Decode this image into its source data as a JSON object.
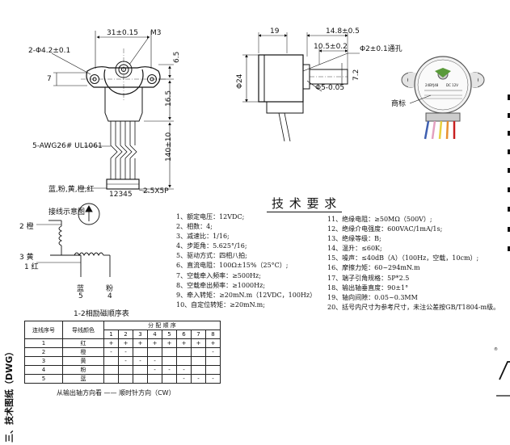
{
  "front_view": {
    "dim_width": "31±0.15",
    "dim_thread": "M3",
    "dim_hole": "2-Φ4.2±0.1",
    "dim_7": "7",
    "dim_6_5": "6.5",
    "dim_16_5": "16.5",
    "dim_140": "140±10",
    "wire_spec": "5-AWG26# UL1061",
    "wire_colors": "蓝,粉,黄,橙,红",
    "pin_numbers": "12345",
    "connector": "2.5X5P"
  },
  "side_view": {
    "dim_19": "19",
    "dim_14_8": "14.8±0.5",
    "dim_10_5": "10.5±0.2",
    "dim_shaft": "Φ2±0.1通孔",
    "dim_24": "Φ24",
    "dim_7_2": "7.2",
    "dim_5": "Φ5-0.05"
  },
  "photo_view": {
    "label": "商标",
    "model_text": "24BYJ48",
    "voltage_text": "DC 12V"
  },
  "wiring": {
    "title": "接线示意图",
    "labels": [
      {
        "num": "2",
        "color": "橙"
      },
      {
        "num": "3",
        "color": "黄"
      },
      {
        "num": "1",
        "color": "红"
      }
    ],
    "bottom_labels": [
      {
        "color": "蓝",
        "num": "5"
      },
      {
        "color": "粉",
        "num": "4"
      }
    ],
    "caption": "1-2相励磁顺序表"
  },
  "specs": {
    "title": "技 术 要 求",
    "left": [
      "1、额定电压：12VDC;",
      "2、相数：4;",
      "3、减速比：1/16;",
      "4、步距角：5.625°/16;",
      "5、驱动方式：四相八拍;",
      "6、直流电阻：100Ω±15%（25°C）;",
      "7、空载牵入频率：≥500Hz;",
      "8、空载牵出频率：≥1000Hz;",
      "9、牵入转矩：≥20mN.m（12VDC，100Hz）",
      "10、自定位转矩：≥20mN.m;"
    ],
    "right": [
      "11、绝缘电阻：≥50MΩ（500V）;",
      "12、绝缘介电强度：600VAC/1mA/1s;",
      "13、绝缘等级：B;",
      "14、温升：≤60K;",
      "15、噪声：≤40dB（A）（100Hz，空载，10cm）;",
      "16、摩擦力矩：60~294mN.m",
      "17、端子引角规格：5P*2.5",
      "18、输出轴垂直度：90±1°",
      "19、轴向间隙：0.05~0.3MM",
      "20、括号内尺寸为参考尺寸，未注公差按GB/T1804-m级。"
    ]
  },
  "sequence_table": {
    "headers": [
      "连线序号",
      "导线颜色",
      "分 配 顺 序"
    ],
    "steps": [
      "1",
      "2",
      "3",
      "4",
      "5",
      "6",
      "7",
      "8"
    ],
    "rows": [
      {
        "no": "1",
        "color": "红",
        "marks": [
          "+",
          "+",
          "+",
          "+",
          "+",
          "+",
          "+",
          "+"
        ]
      },
      {
        "no": "2",
        "color": "橙",
        "marks": [
          "-",
          "-",
          "",
          "",
          "",
          "",
          "",
          "-"
        ]
      },
      {
        "no": "3",
        "color": "黄",
        "marks": [
          "",
          "-",
          "-",
          "-",
          "",
          "",
          "",
          ""
        ]
      },
      {
        "no": "4",
        "color": "粉",
        "marks": [
          "",
          "",
          "",
          "-",
          "-",
          "-",
          "",
          ""
        ]
      },
      {
        "no": "5",
        "color": "蓝",
        "marks": [
          "",
          "",
          "",
          "",
          "",
          "-",
          "-",
          "-"
        ]
      }
    ],
    "footer": "从输出轴方向看 —— 顺时针方向（CW）"
  },
  "side_title": "三、技术图纸（DWG）"
}
